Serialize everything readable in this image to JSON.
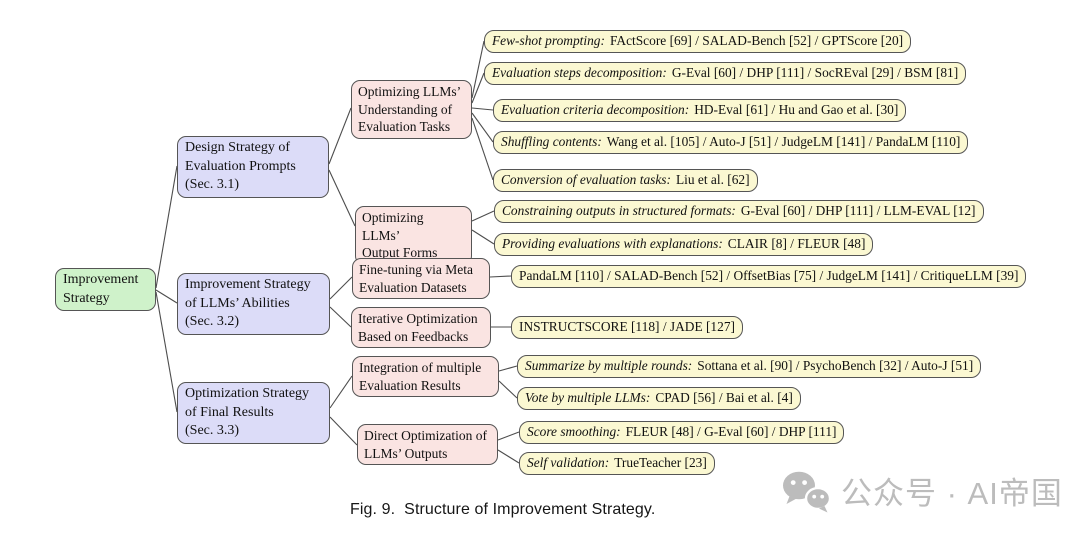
{
  "figure": {
    "caption_label": "Fig. 9.",
    "caption_text": "Structure of Improvement Strategy.",
    "watermark_text": "公众号 · AI帝国",
    "watermark_icon": "wechat-chat-bubbles-icon"
  },
  "colors": {
    "root_fill": "#cff2ca",
    "branch_fill": "#dcdcf8",
    "subbranch_fill": "#fae4e2",
    "leaf_fill": "#fbf8d2",
    "box_border": "#555555",
    "edge_line": "#4d4d4d",
    "watermark_gray": "#bcbcbc"
  },
  "nodes": {
    "root": {
      "label": "Improvement\nStrategy"
    },
    "design": {
      "label": "Design Strategy of\nEvaluation Prompts\n(Sec. 3.1)"
    },
    "abilities": {
      "label": "Improvement Strategy\nof LLMs’ Abilities\n(Sec. 3.2)"
    },
    "final": {
      "label": "Optimization Strategy\nof Final Results\n(Sec. 3.3)"
    },
    "understanding": {
      "label": "Optimizing LLMs’\nUnderstanding of\nEvaluation Tasks"
    },
    "output_forms": {
      "label": "Optimizing LLMs’\nOutput Forms"
    },
    "fine_tuning": {
      "label": "Fine-tuning via Meta\nEvaluation Datasets"
    },
    "iterative": {
      "label": "Iterative Optimization\nBased on Feedbacks"
    },
    "integration": {
      "label": "Integration of multiple\nEvaluation Results"
    },
    "direct": {
      "label": "Direct Optimization of\nLLMs’ Outputs"
    }
  },
  "leaves": {
    "few_shot": {
      "prefix": "Few-shot prompting:",
      "items": "FActScore [69] / SALAD-Bench [52] / GPTScore [20]"
    },
    "steps": {
      "prefix": "Evaluation steps decomposition:",
      "items": "G-Eval [60] / DHP [111] / SocREval [29] / BSM [81]"
    },
    "criteria": {
      "prefix": "Evaluation criteria decomposition:",
      "items": "HD-Eval [61] / Hu and Gao et al. [30]"
    },
    "shuffling": {
      "prefix": "Shuffling contents:",
      "items": "Wang et al. [105] / Auto-J [51] / JudgeLM [141] / PandaLM [110]"
    },
    "conversion": {
      "prefix": "Conversion of evaluation tasks:",
      "items": "Liu et al. [62]"
    },
    "constraining": {
      "prefix": "Constraining outputs in structured formats:",
      "items": "G-Eval [60] / DHP [111] / LLM-EVAL [12]"
    },
    "providing": {
      "prefix": "Providing evaluations with explanations:",
      "items": "CLAIR [8] / FLEUR [48]"
    },
    "meta_datasets": {
      "prefix": "",
      "items": "PandaLM [110] / SALAD-Bench [52] / OffsetBias [75] / JudgeLM [141] / CritiqueLLM [39]"
    },
    "feedback": {
      "prefix": "",
      "items": "INSTRUCTSCORE [118] / JADE [127]"
    },
    "summarize": {
      "prefix": "Summarize by multiple rounds:",
      "items": "Sottana et al. [90] / PsychoBench [32] / Auto-J [51]"
    },
    "vote": {
      "prefix": "Vote by multiple LLMs:",
      "items": "CPAD [56] / Bai et al. [4]"
    },
    "score_smoothing": {
      "prefix": "Score smoothing:",
      "items": "FLEUR [48] / G-Eval [60] / DHP [111]"
    },
    "self_validation": {
      "prefix": "Self validation:",
      "items": "TrueTeacher [23]"
    }
  }
}
